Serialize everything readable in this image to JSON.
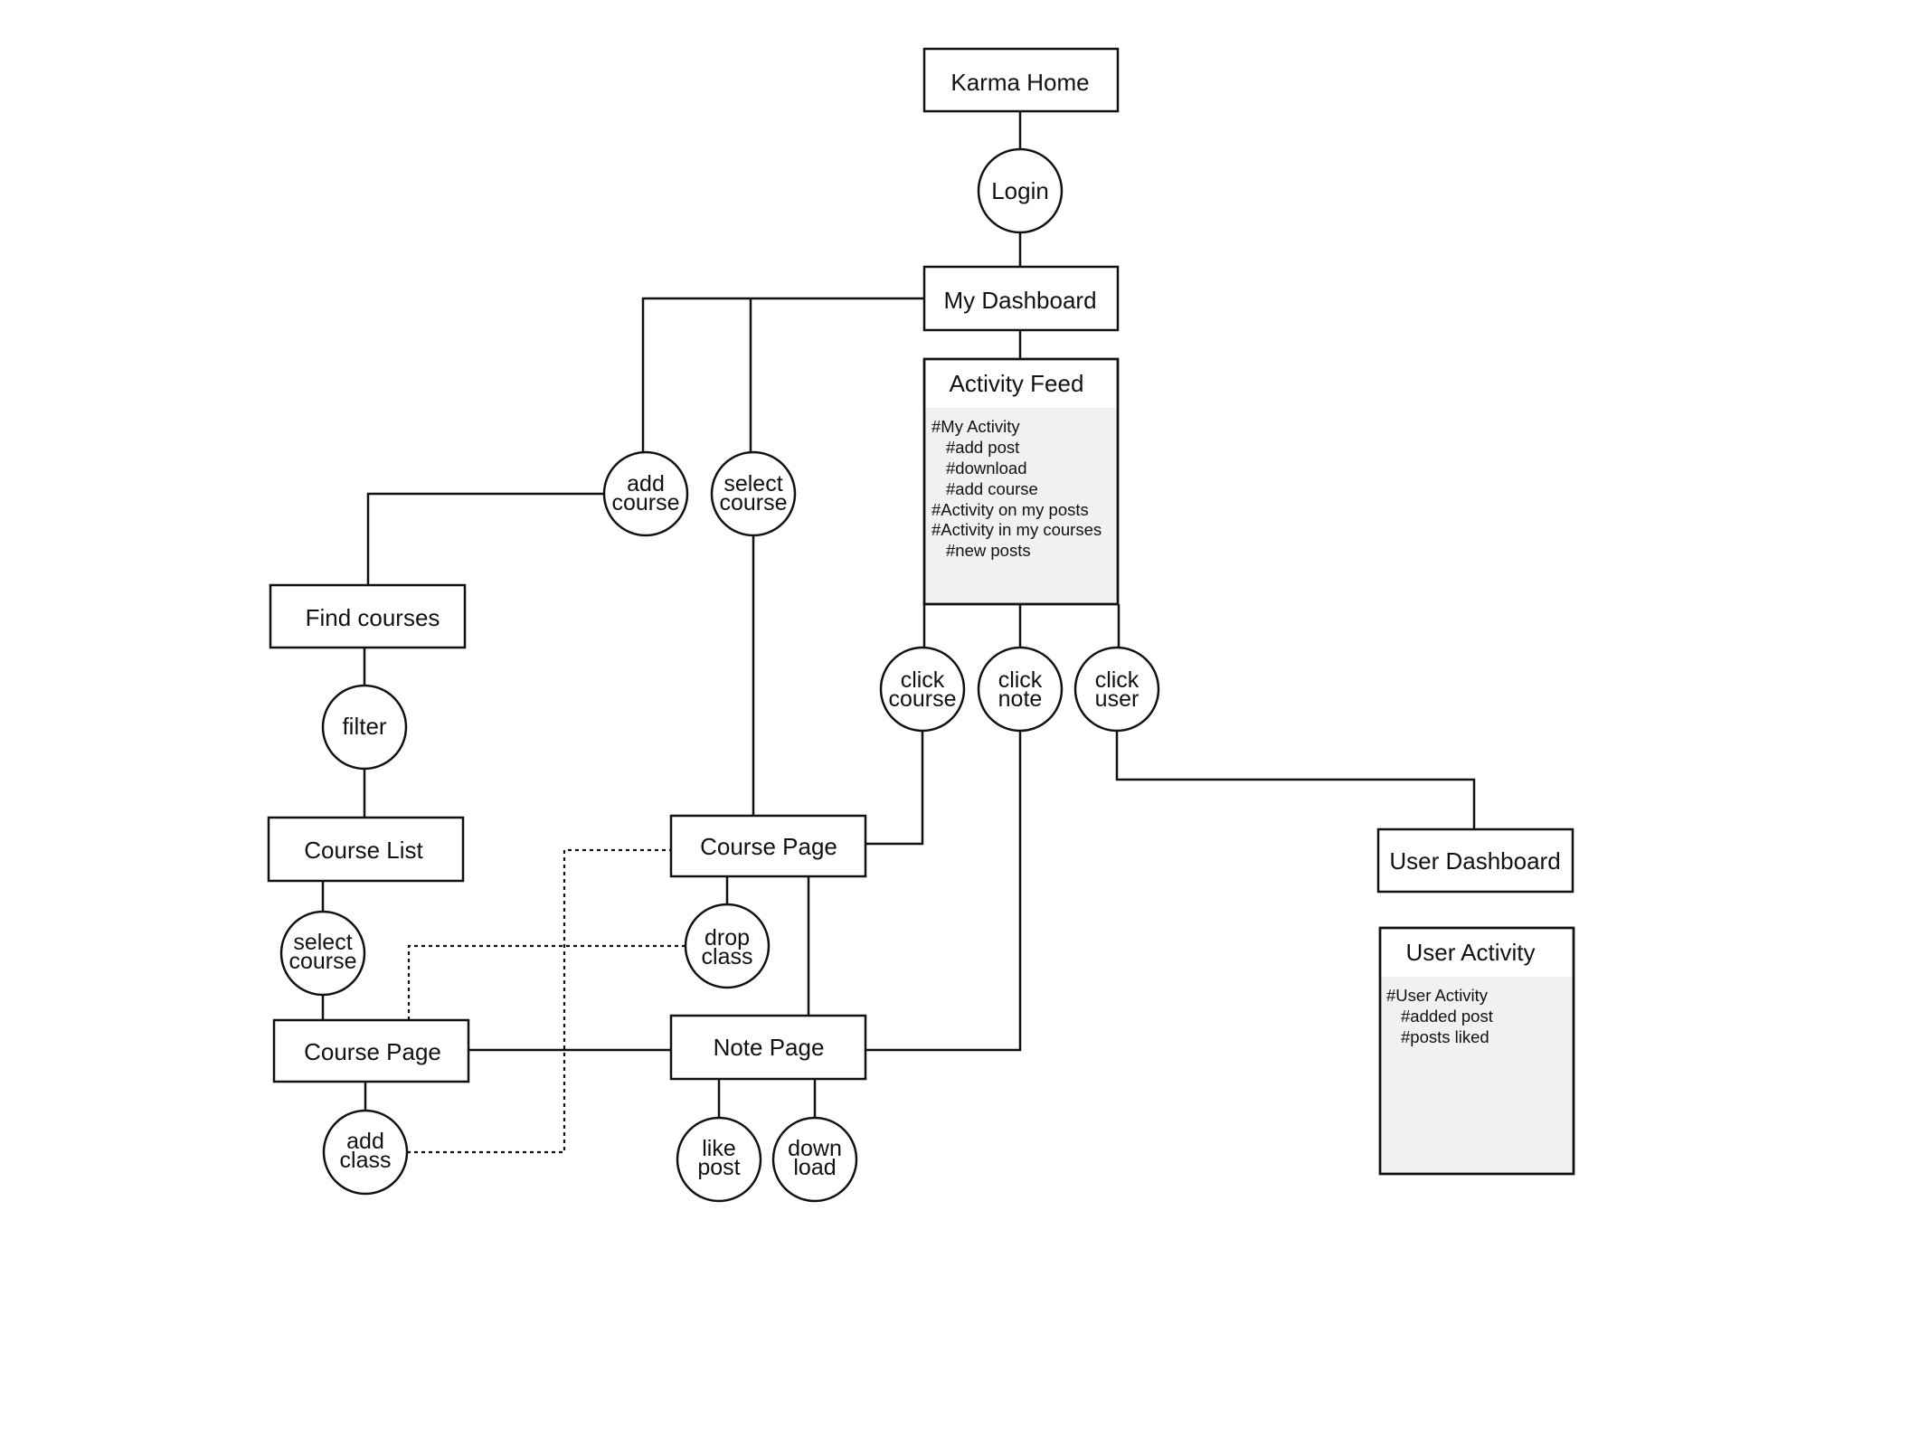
{
  "nodes": {
    "karma_home": "Karma Home",
    "login": "Login",
    "my_dashboard": "My Dashboard",
    "activity_feed": {
      "title": "Activity Feed",
      "lines": [
        "#My Activity",
        "#add post",
        "#download",
        "#add course",
        "#Activity on my posts",
        "#Activity in my courses",
        "#new posts"
      ]
    },
    "add_course": [
      "add",
      "course"
    ],
    "select_course_top": [
      "select",
      "course"
    ],
    "find_courses": "Find courses",
    "filter": "filter",
    "course_list": "Course List",
    "select_course_left": [
      "select",
      "course"
    ],
    "course_page_left": "Course Page",
    "add_class": [
      "add",
      "class"
    ],
    "course_page_center": "Course Page",
    "drop_class": [
      "drop",
      "class"
    ],
    "note_page": "Note Page",
    "like_post": [
      "like",
      "post"
    ],
    "download": [
      "down",
      "load"
    ],
    "click_course": [
      "click",
      "course"
    ],
    "click_note": [
      "click",
      "note"
    ],
    "click_user": [
      "click",
      "user"
    ],
    "user_dashboard": "User Dashboard",
    "user_activity": {
      "title": "User Activity",
      "lines": [
        "#User Activity",
        "#added post",
        "#posts liked"
      ]
    }
  }
}
